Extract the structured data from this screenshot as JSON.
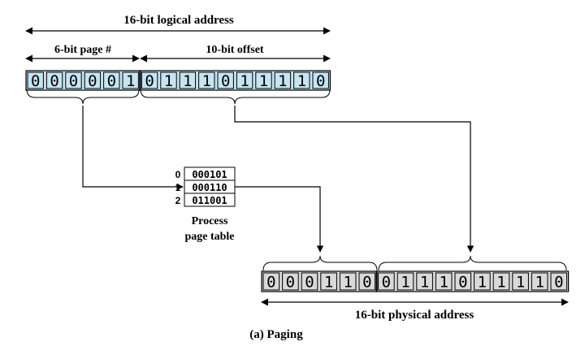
{
  "labels": {
    "logical_address": "16-bit logical address",
    "page_number": "6-bit page #",
    "offset": "10-bit offset",
    "page_table_line1": "Process",
    "page_table_line2": "page table",
    "physical_address": "16-bit physical address",
    "caption": "(a) Paging"
  },
  "logical_bits": [
    "0",
    "0",
    "0",
    "0",
    "0",
    "1",
    "0",
    "1",
    "1",
    "1",
    "0",
    "1",
    "1",
    "1",
    "1",
    "0"
  ],
  "physical_bits": [
    "0",
    "0",
    "0",
    "1",
    "1",
    "0",
    "0",
    "1",
    "1",
    "1",
    "0",
    "1",
    "1",
    "1",
    "1",
    "0"
  ],
  "page_table": {
    "indices": [
      "0",
      "1",
      "2"
    ],
    "entries": [
      "000101",
      "000110",
      "011001"
    ]
  },
  "colors": {
    "logical_fill": "#c6e4f2",
    "physical_fill": "#d9d9d9",
    "line": "#000000"
  }
}
